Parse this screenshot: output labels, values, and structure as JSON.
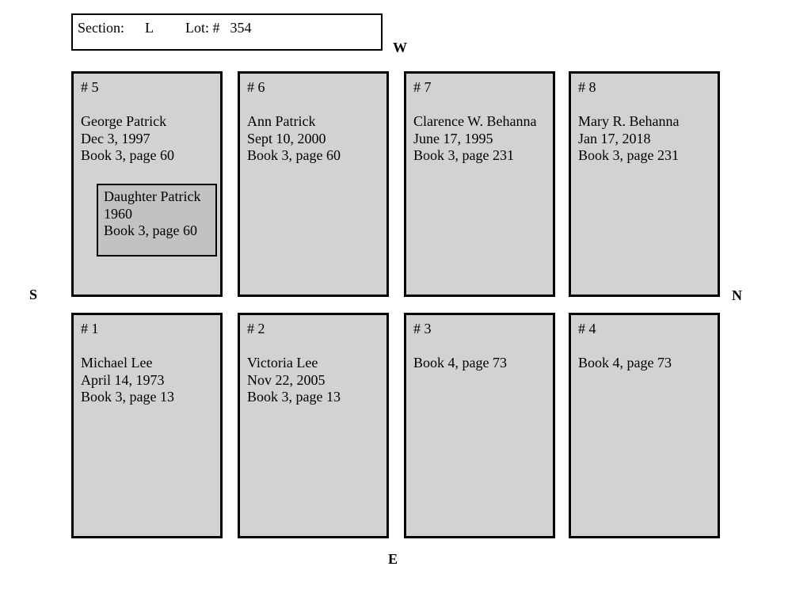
{
  "title_box": {
    "section_label": "Section:",
    "section_value": "L",
    "lot_label": "Lot: #",
    "lot_value": "354"
  },
  "compass": {
    "west": "W",
    "south": "S",
    "north": "N",
    "east": "E"
  },
  "rows": [
    {
      "plots": [
        {
          "number": "# 5",
          "lines": [
            "George Patrick",
            "Dec 3, 1997",
            "Book 3, page 60"
          ],
          "inner_box": {
            "lines": [
              "Daughter Patrick",
              "1960",
              "Book 3, page 60"
            ]
          }
        },
        {
          "number": "# 6",
          "lines": [
            "Ann Patrick",
            "Sept 10, 2000",
            "Book 3, page 60"
          ]
        },
        {
          "number": "# 7",
          "lines": [
            "Clarence W. Behanna",
            "June 17, 1995",
            "Book 3, page 231"
          ]
        },
        {
          "number": "# 8",
          "lines": [
            "Mary R. Behanna",
            "Jan 17, 2018",
            "Book 3, page 231"
          ]
        }
      ]
    },
    {
      "plots": [
        {
          "number": "# 1",
          "lines": [
            "Michael Lee",
            "April 14, 1973",
            "Book 3, page 13"
          ]
        },
        {
          "number": "# 2",
          "lines": [
            "Victoria Lee",
            "Nov 22, 2005",
            "Book 3, page 13"
          ]
        },
        {
          "number": "# 3",
          "lines": [
            "Book 4, page 73"
          ]
        },
        {
          "number": "# 4",
          "lines": [
            "Book 4, page 73"
          ]
        }
      ]
    }
  ],
  "colors": {
    "page_background": "#ffffff",
    "plot_fill": "#d2d2d2",
    "inner_box_fill": "#c2c2c2",
    "border": "#000000"
  }
}
